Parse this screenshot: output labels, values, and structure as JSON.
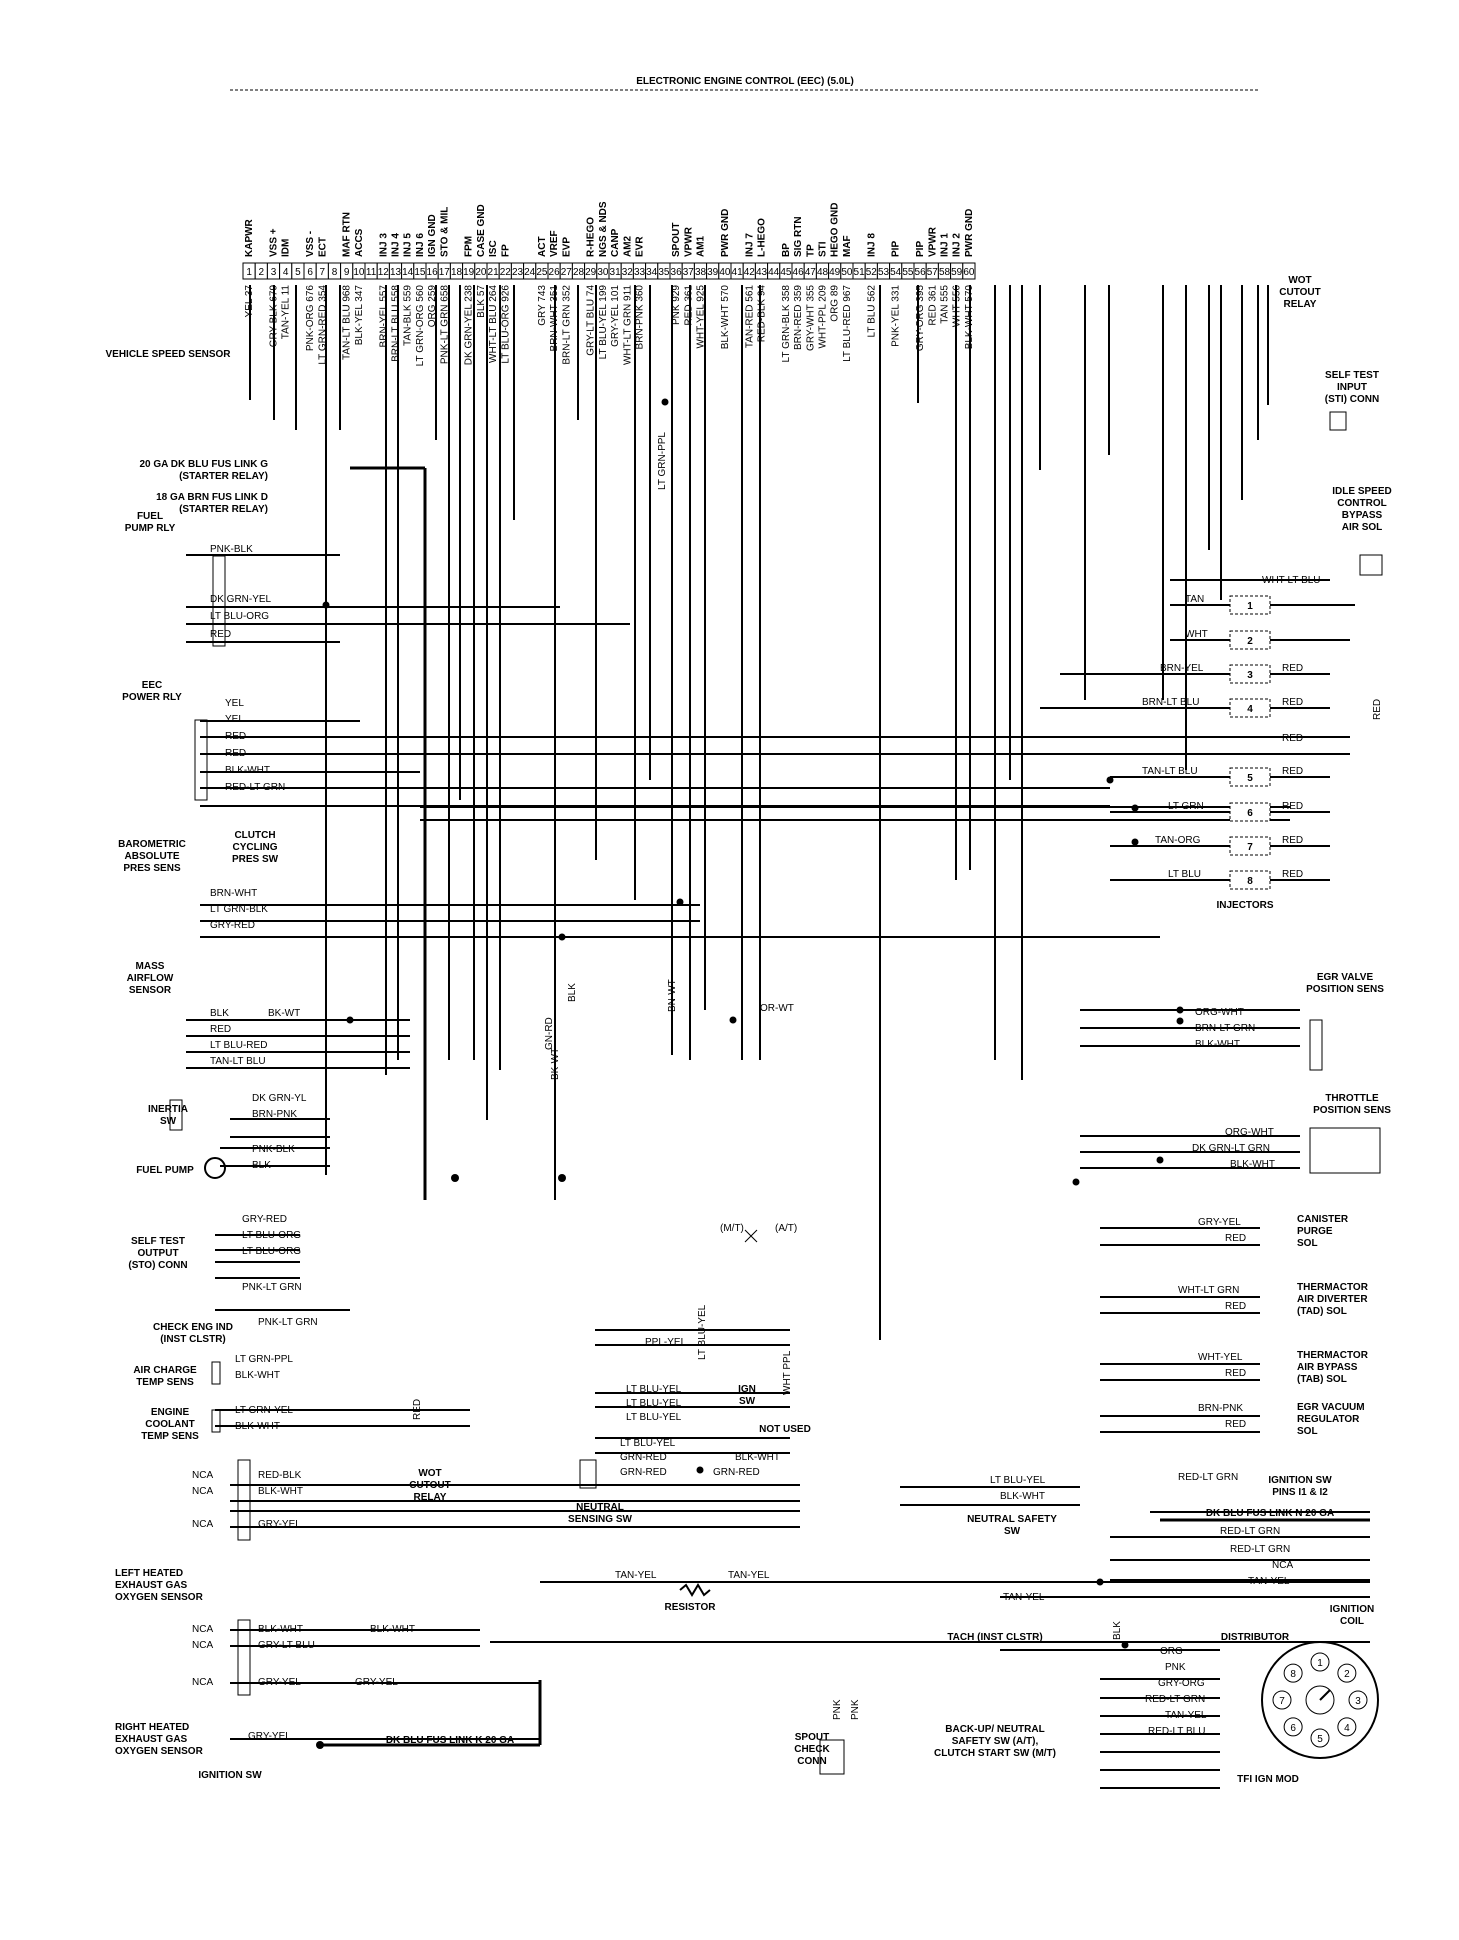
{
  "title": "ELECTRONIC ENGINE CONTROL (EEC) (5.0L)",
  "connector": {
    "pins": [
      "1",
      "2",
      "3",
      "4",
      "5",
      "6",
      "7",
      "8",
      "9",
      "10",
      "11",
      "12",
      "13",
      "14",
      "15",
      "16",
      "17",
      "18",
      "19",
      "20",
      "21",
      "22",
      "23",
      "24",
      "25",
      "26",
      "27",
      "28",
      "29",
      "30",
      "31",
      "32",
      "33",
      "34",
      "35",
      "36",
      "37",
      "38",
      "39",
      "40",
      "41",
      "42",
      "43",
      "44",
      "45",
      "46",
      "47",
      "48",
      "49",
      "50",
      "51",
      "52",
      "53",
      "54",
      "55",
      "56",
      "57",
      "58",
      "59",
      "60"
    ],
    "functions": [
      {
        "pin": 1,
        "label": "KAPWR"
      },
      {
        "pin": 3,
        "label": "VSS +"
      },
      {
        "pin": 4,
        "label": "IDM"
      },
      {
        "pin": 6,
        "label": "VSS -"
      },
      {
        "pin": 7,
        "label": "ECT"
      },
      {
        "pin": 9,
        "label": "MAF RTN"
      },
      {
        "pin": 10,
        "label": "ACCS"
      },
      {
        "pin": 12,
        "label": "INJ 3"
      },
      {
        "pin": 13,
        "label": "INJ 4"
      },
      {
        "pin": 14,
        "label": "INJ 5"
      },
      {
        "pin": 15,
        "label": "INJ 6"
      },
      {
        "pin": 16,
        "label": "IGN GND"
      },
      {
        "pin": 17,
        "label": "STO & MIL"
      },
      {
        "pin": 19,
        "label": "FPM"
      },
      {
        "pin": 20,
        "label": "CASE GND"
      },
      {
        "pin": 21,
        "label": "ISC"
      },
      {
        "pin": 22,
        "label": "FP"
      },
      {
        "pin": 25,
        "label": "ACT"
      },
      {
        "pin": 26,
        "label": "VREF"
      },
      {
        "pin": 27,
        "label": "EVP"
      },
      {
        "pin": 29,
        "label": "R-HEGO"
      },
      {
        "pin": 30,
        "label": "NGS & NDS"
      },
      {
        "pin": 31,
        "label": "CANP"
      },
      {
        "pin": 32,
        "label": "AM2"
      },
      {
        "pin": 33,
        "label": "EVR"
      },
      {
        "pin": 36,
        "label": "SPOUT"
      },
      {
        "pin": 37,
        "label": "VPWR"
      },
      {
        "pin": 38,
        "label": "AM1"
      },
      {
        "pin": 40,
        "label": "PWR GND"
      },
      {
        "pin": 42,
        "label": "INJ 7"
      },
      {
        "pin": 43,
        "label": "L-HEGO"
      },
      {
        "pin": 45,
        "label": "BP"
      },
      {
        "pin": 46,
        "label": "SIG RTN"
      },
      {
        "pin": 47,
        "label": "TP"
      },
      {
        "pin": 48,
        "label": "STI"
      },
      {
        "pin": 49,
        "label": "HEGO GND"
      },
      {
        "pin": 50,
        "label": "MAF"
      },
      {
        "pin": 52,
        "label": "INJ 8"
      },
      {
        "pin": 54,
        "label": "PIP"
      },
      {
        "pin": 56,
        "label": "PIP"
      },
      {
        "pin": 57,
        "label": "VPWR"
      },
      {
        "pin": 58,
        "label": "INJ 1"
      },
      {
        "pin": 59,
        "label": "INJ 2"
      },
      {
        "pin": 60,
        "label": "PWR GND"
      }
    ],
    "wires": [
      {
        "pin": 1,
        "label": "YEL 37"
      },
      {
        "pin": 3,
        "label": "GRY-BLK 679"
      },
      {
        "pin": 4,
        "label": "TAN-YEL 11"
      },
      {
        "pin": 6,
        "label": "PNK-ORG 676"
      },
      {
        "pin": 7,
        "label": "LT GRN-RED 354"
      },
      {
        "pin": 9,
        "label": "TAN-LT BLU 968"
      },
      {
        "pin": 10,
        "label": "BLK-YEL 347"
      },
      {
        "pin": 12,
        "label": "BRN-YEL 557"
      },
      {
        "pin": 13,
        "label": "BRN-LT BLU 558"
      },
      {
        "pin": 14,
        "label": "TAN-BLK 559"
      },
      {
        "pin": 15,
        "label": "LT GRN-ORG 560"
      },
      {
        "pin": 16,
        "label": "ORG 259"
      },
      {
        "pin": 17,
        "label": "PNK-LT GRN 658"
      },
      {
        "pin": 19,
        "label": "DK GRN-YEL 238"
      },
      {
        "pin": 20,
        "label": "BLK 57"
      },
      {
        "pin": 21,
        "label": "WHT-LT BLU 264"
      },
      {
        "pin": 22,
        "label": "LT BLU-ORG 926"
      },
      {
        "pin": 25,
        "label": "GRY 743"
      },
      {
        "pin": 26,
        "label": "BRN-WHT 351"
      },
      {
        "pin": 27,
        "label": "BRN-LT GRN 352"
      },
      {
        "pin": 29,
        "label": "GRY-LT BLU 74"
      },
      {
        "pin": 30,
        "label": "LT BLU-YEL 199"
      },
      {
        "pin": 31,
        "label": "GRY-YEL 101"
      },
      {
        "pin": 32,
        "label": "WHT-LT GRN 911"
      },
      {
        "pin": 33,
        "label": "BRN-PNK 360"
      },
      {
        "pin": 36,
        "label": "PNK 929"
      },
      {
        "pin": 37,
        "label": "RED 361"
      },
      {
        "pin": 38,
        "label": "WHT-YEL 925"
      },
      {
        "pin": 40,
        "label": "BLK-WHT 570"
      },
      {
        "pin": 42,
        "label": "TAN-RED 561"
      },
      {
        "pin": 43,
        "label": "RED-BLK 94"
      },
      {
        "pin": 45,
        "label": "LT GRN-BLK 358"
      },
      {
        "pin": 46,
        "label": "BRN-RED 359"
      },
      {
        "pin": 47,
        "label": "GRY-WHT 355"
      },
      {
        "pin": 48,
        "label": "WHT-PPL 209"
      },
      {
        "pin": 49,
        "label": "ORG 89"
      },
      {
        "pin": 50,
        "label": "LT BLU-RED 967"
      },
      {
        "pin": 52,
        "label": "LT BLU 562"
      },
      {
        "pin": 54,
        "label": "PNK-YEL 331"
      },
      {
        "pin": 56,
        "label": "GRY-ORG 395"
      },
      {
        "pin": 57,
        "label": "RED 361"
      },
      {
        "pin": 58,
        "label": "TAN 555"
      },
      {
        "pin": 59,
        "label": "WHT 556"
      },
      {
        "pin": 60,
        "label": "BLK-WHT 570"
      }
    ]
  },
  "components": {
    "vss": "VEHICLE SPEED SENSOR",
    "fus_g": [
      "20 GA DK BLU FUS LINK G",
      "(STARTER RELAY)"
    ],
    "fus_d": [
      "18 GA BRN FUS LINK D",
      "(STARTER RELAY)"
    ],
    "fuel_pump_rly": [
      "FUEL",
      "PUMP RLY"
    ],
    "eec_power_rly": [
      "EEC",
      "POWER RLY"
    ],
    "baro": [
      "BAROMETRIC",
      "ABSOLUTE",
      "PRES SENS"
    ],
    "clutch": [
      "CLUTCH",
      "CYCLING",
      "PRES SW"
    ],
    "maf": [
      "MASS",
      "AIRFLOW",
      "SENSOR"
    ],
    "inertia": [
      "INERTIA",
      "SW"
    ],
    "fuel_pump": "FUEL PUMP",
    "sto": [
      "SELF TEST",
      "OUTPUT",
      "(STO) CONN"
    ],
    "check_eng": [
      "CHECK ENG IND",
      "(INST CLSTR)"
    ],
    "air_charge": [
      "AIR CHARGE",
      "TEMP SENS"
    ],
    "coolant": [
      "ENGINE",
      "COOLANT",
      "TEMP SENS"
    ],
    "wot_relay_mid": [
      "WOT",
      "CUTOUT",
      "RELAY"
    ],
    "wot_relay_top": [
      "WOT",
      "CUTOUT",
      "RELAY"
    ],
    "self_test_input": [
      "SELF TEST",
      "INPUT",
      "(STI) CONN"
    ],
    "idle_speed": [
      "IDLE SPEED",
      "CONTROL",
      "BYPASS",
      "AIR SOL"
    ],
    "injectors": "INJECTORS",
    "egr_pos": [
      "EGR VALVE",
      "POSITION SENS"
    ],
    "throttle_pos": [
      "THROTTLE",
      "POSITION SENS"
    ],
    "canister": [
      "CANISTER",
      "PURGE",
      "SOL"
    ],
    "tad": [
      "THERMACTOR",
      "AIR DIVERTER",
      "(TAD) SOL"
    ],
    "tab": [
      "THERMACTOR",
      "AIR BYPASS",
      "(TAB) SOL"
    ],
    "egr_vac": [
      "EGR VACUUM",
      "REGULATOR",
      "SOL"
    ],
    "ign_sw_pins": [
      "IGNITION SW",
      "PINS I1 & I2"
    ],
    "fus_n": "DK BLU FUS LINK N 20 GA",
    "ign_coil": [
      "IGNITION",
      "COIL"
    ],
    "neutral_safety": [
      "NEUTRAL SAFETY",
      "SW"
    ],
    "neutral_sensing": [
      "NEUTRAL",
      "SENSING SW"
    ],
    "resistor": "RESISTOR",
    "tach": "TACH (INST CLSTR)",
    "distributor": "DISTRIBUTOR",
    "tfi": "TFI IGN MOD",
    "spout": [
      "SPOUT",
      "CHECK",
      "CONN"
    ],
    "backup": [
      "BACK-UP/ NEUTRAL",
      "SAFETY SW (A/T),",
      "CLUTCH START SW (M/T)"
    ],
    "left_hego": [
      "LEFT HEATED",
      "EXHAUST GAS",
      "OXYGEN SENSOR"
    ],
    "right_hego": [
      "RIGHT HEATED",
      "EXHAUST GAS",
      "OXYGEN SENSOR"
    ],
    "ignition_sw": "IGNITION SW",
    "fus_k": "DK BLU FUS LINK K 20 GA",
    "not_used": "NOT USED",
    "ign_sw_small": [
      "IGN",
      "SW"
    ],
    "mt": "(M/T)",
    "at": "(A/T)"
  },
  "wire_labels": {
    "pnk_blk": "PNK-BLK",
    "dk_grn_yel": "DK GRN-YEL",
    "lt_blu_org": "LT BLU-ORG",
    "red": "RED",
    "yel": "YEL",
    "blk_wht": "BLK-WHT",
    "red_lt_grn": "RED-LT GRN",
    "brn_wht": "BRN-WHT",
    "lt_grn_blk": "LT GRN-BLK",
    "gry_red": "GRY-RED",
    "blk": "BLK",
    "bk_wt": "BK-WT",
    "lt_blu_red": "LT BLU-RED",
    "tan_lt_blu": "TAN-LT BLU",
    "dk_grn_yl": "DK GRN-YL",
    "brn_pnk": "BRN-PNK",
    "lt_blu_orgs": "LT BLU-ORG",
    "pnk_lt_grn": "PNK-LT GRN",
    "lt_grn_ppl": "LT GRN-PPL",
    "lt_grn_yel": "LT GRN-YEL",
    "nca": "NCA",
    "red_blk": "RED-BLK",
    "gry_yel": "GRY-YEL",
    "gry_lt_blu": "GRY-LT BLU",
    "wht_lt_blu": "WHT-LT BLU",
    "tan": "TAN",
    "wht": "WHT",
    "brn_yel": "BRN-YEL",
    "brn_lt_blu": "BRN-LT BLU",
    "tan_lt_blu2": "TAN-LT BLU",
    "lt_grn": "LT GRN",
    "tan_org": "TAN-ORG",
    "lt_blu": "LT BLU",
    "org_wht": "ORG-WHT",
    "brn_lt_grn": "BRN-LT GRN",
    "blk_wht2": "BLK-WHT",
    "dk_grn_lt_grn": "DK GRN-LT GRN",
    "gry_yel2": "GRY-YEL",
    "wht_lt_grn": "WHT-LT GRN",
    "wht_yel": "WHT-YEL",
    "brn_pnk2": "BRN-PNK",
    "red_lt_grn2": "RED-LT GRN",
    "lt_blu_yel": "LT BLU-YEL",
    "tan_yel": "TAN-YEL",
    "org": "ORG",
    "pnk": "PNK",
    "gry_org": "GRY-ORG",
    "red_lt_blu": "RED-LT BLU",
    "ppl_yel": "PPL-YEL",
    "lt_blu_yel_v": "LT BLU-YEL",
    "wht_ppl": "WHT PPL",
    "grn_red": "GRN-RED",
    "gn_rd": "GN-RD",
    "bk_wt_v": "BK-WT",
    "bn_wt": "BN-WT",
    "or_wt": "OR-WT",
    "lt_grn_ppl_v": "LT GRN-PPL",
    "blk_v": "BLK",
    "red_v": "RED"
  },
  "injector_pins": [
    "1",
    "2",
    "3",
    "4",
    "5",
    "6",
    "7",
    "8"
  ],
  "distributor_pins": [
    "1",
    "2",
    "3",
    "4",
    "5",
    "6",
    "7",
    "8"
  ]
}
